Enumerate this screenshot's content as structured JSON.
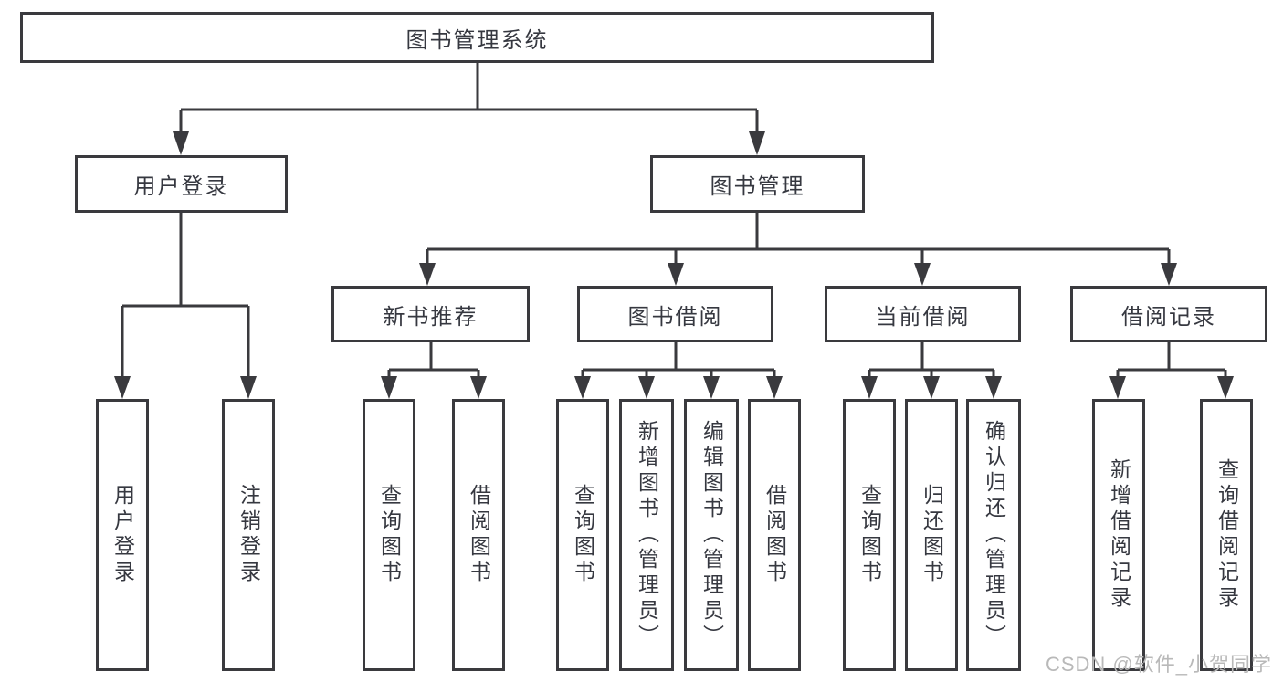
{
  "colors": {
    "line": "#3a3a3e",
    "text": "#363840",
    "watermark": "#b9b9b9",
    "background": "#ffffff"
  },
  "tree": {
    "root": {
      "label": "图书管理系统"
    },
    "branches": [
      {
        "label": "用户登录",
        "children": [
          {
            "label": "用户登录"
          },
          {
            "label": "注销登录"
          }
        ]
      },
      {
        "label": "图书管理",
        "children": [
          {
            "label": "新书推荐",
            "children": [
              {
                "label": "查询图书"
              },
              {
                "label": "借阅图书"
              }
            ]
          },
          {
            "label": "图书借阅",
            "children": [
              {
                "label": "查询图书"
              },
              {
                "label": "新增图书（管理员）"
              },
              {
                "label": "编辑图书（管理员）"
              },
              {
                "label": "借阅图书"
              }
            ]
          },
          {
            "label": "当前借阅",
            "children": [
              {
                "label": "查询图书"
              },
              {
                "label": "归还图书"
              },
              {
                "label": "确认归还（管理员）"
              }
            ]
          },
          {
            "label": "借阅记录",
            "children": [
              {
                "label": "新增借阅记录"
              },
              {
                "label": "查询借阅记录"
              }
            ]
          }
        ]
      }
    ]
  },
  "watermark": {
    "text": "CSDN @软件_小贺同学"
  }
}
